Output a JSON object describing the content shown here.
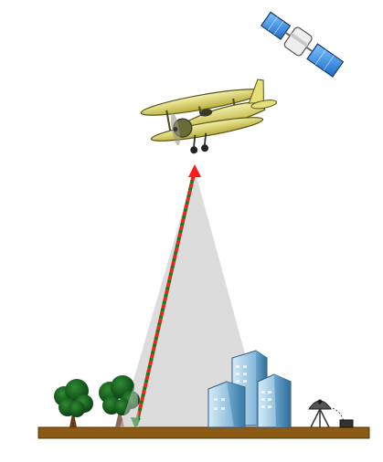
{
  "scene": {
    "background": "#ffffff",
    "colors": {
      "ground": "#8b5a14",
      "beam": "#d9d9d9",
      "laser_red": "#ff1a1a",
      "laser_green": "#1a7a1a",
      "satellite_panel": "#3b8fe0",
      "plane_body": "#e8e07a",
      "tree": "#0f5a18",
      "building": "#8fc3e0"
    },
    "elements": [
      {
        "id": "satellite",
        "icon": "satellite-icon"
      },
      {
        "id": "airplane",
        "icon": "biplane-icon"
      },
      {
        "id": "scan-beam",
        "icon": "beam-cone"
      },
      {
        "id": "laser-line",
        "icon": "dashed-laser"
      },
      {
        "id": "trees",
        "icon": "tree-icon",
        "count": 2
      },
      {
        "id": "buildings",
        "icon": "building-icon"
      },
      {
        "id": "ground-station",
        "icon": "satellite-dish-icon"
      },
      {
        "id": "ground",
        "icon": "ground-bar"
      }
    ]
  }
}
